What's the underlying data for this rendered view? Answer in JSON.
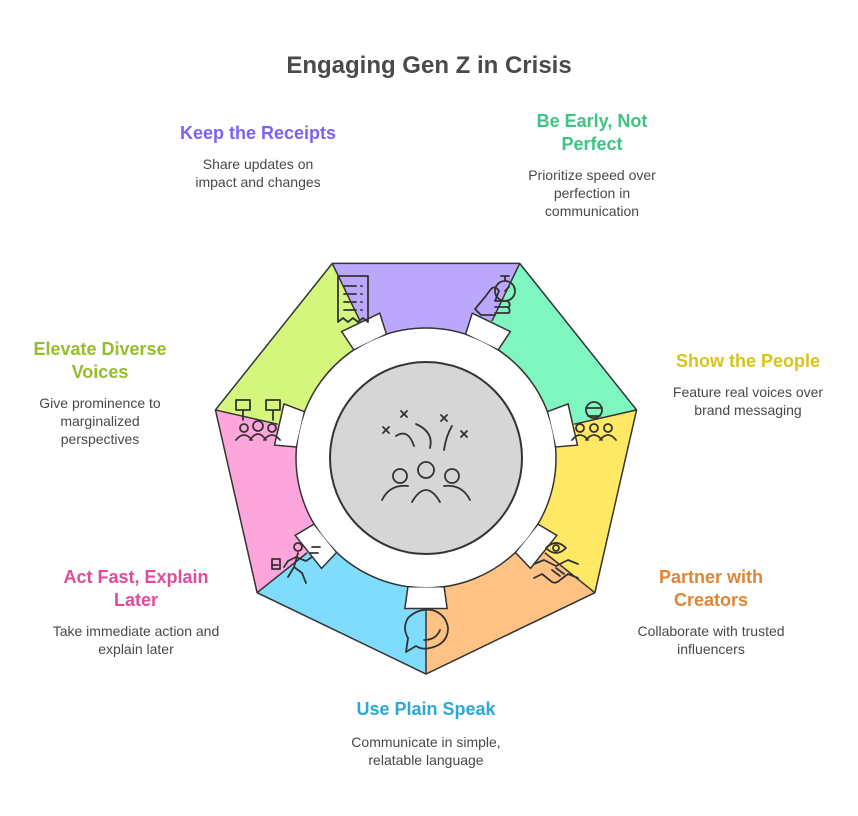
{
  "title": "Engaging Gen Z in Crisis",
  "segments": [
    {
      "heading": "Keep the Receipts",
      "description": "Share updates on impact and changes",
      "color": "#7b61f5",
      "fill": "#bba8fd",
      "icon": "receipt-icon"
    },
    {
      "heading": "Be Early, Not Perfect",
      "description": "Prioritize speed over perfection in communication",
      "color": "#3dc47e",
      "fill": "#7ff5c0",
      "icon": "stopwatch-hand-icon"
    },
    {
      "heading": "Show the People",
      "description": "Feature real voices over brand messaging",
      "color": "#d7c31a",
      "fill": "#ffe864",
      "icon": "spokesperson-group-icon"
    },
    {
      "heading": "Partner with Creators",
      "description": "Collaborate with trusted influencers",
      "color": "#e18435",
      "fill": "#ffc285",
      "icon": "handshake-eye-icon"
    },
    {
      "heading": "Use Plain Speak",
      "description": "Communicate in simple, relatable language",
      "color": "#2aa9d4",
      "fill": "#80dcfd",
      "icon": "speech-bubble-icon"
    },
    {
      "heading": "Act Fast, Explain Later",
      "description": "Take immediate action and explain later",
      "color": "#e04b9e",
      "fill": "#fda6dc",
      "icon": "running-person-icon"
    },
    {
      "heading": "Elevate Diverse Voices",
      "description": "Give prominence to marginalized perspectives",
      "color": "#93be2b",
      "fill": "#d4f67d",
      "icon": "protest-crowd-icon"
    }
  ],
  "center": {
    "icon": "strategy-team-icon",
    "fill": "#d6d6d6"
  }
}
